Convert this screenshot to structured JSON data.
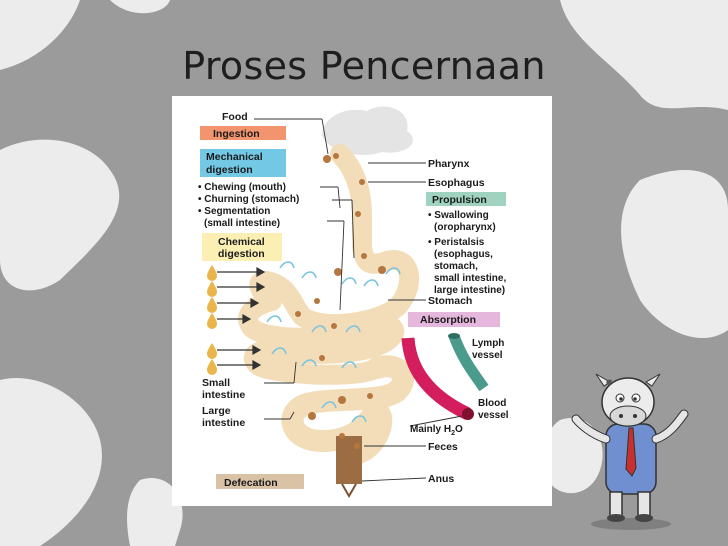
{
  "slide": {
    "title": "Proses Pencernaan"
  },
  "diagram": {
    "labels": {
      "food": "Food",
      "ingestion": "Ingestion",
      "mechanical": [
        "Mechanical",
        "digestion"
      ],
      "mech_items": [
        "• Chewing (mouth)",
        "• Churning (stomach)",
        "• Segmentation",
        "(small intestine)"
      ],
      "chemical": [
        "Chemical",
        "digestion"
      ],
      "pharynx": "Pharynx",
      "esophagus": "Esophagus",
      "propulsion": "Propulsion",
      "swallowing": [
        "• Swallowing",
        "(oropharynx)"
      ],
      "peristalsis": [
        "• Peristalsis",
        "(esophagus,",
        "stomach,",
        "small intestine,",
        "large intestine)"
      ],
      "stomach": "Stomach",
      "absorption": "Absorption",
      "lymph": [
        "Lymph",
        "vessel"
      ],
      "blood": [
        "Blood",
        "vessel"
      ],
      "mainly": "Mainly H",
      "mainly_sub": "2",
      "mainly_end": "O",
      "small_intestine": [
        "Small",
        "intestine"
      ],
      "large_intestine": [
        "Large",
        "intestine"
      ],
      "feces": "Feces",
      "anus": "Anus",
      "defecation": "Defecation"
    },
    "colors": {
      "ingestion": "#f2956e",
      "mechanical": "#73c8e6",
      "chemical": "#fcefb4",
      "propulsion": "#9fd3c0",
      "absorption": "#e5b7dd",
      "defecation": "#d9c2a6",
      "tract": "#f2ddb8",
      "blood_vessel": "#d41d5c",
      "lymph_vessel": "#4a9b8b",
      "arrows": "#7ac4e0",
      "drops": "#e9b54c"
    }
  }
}
